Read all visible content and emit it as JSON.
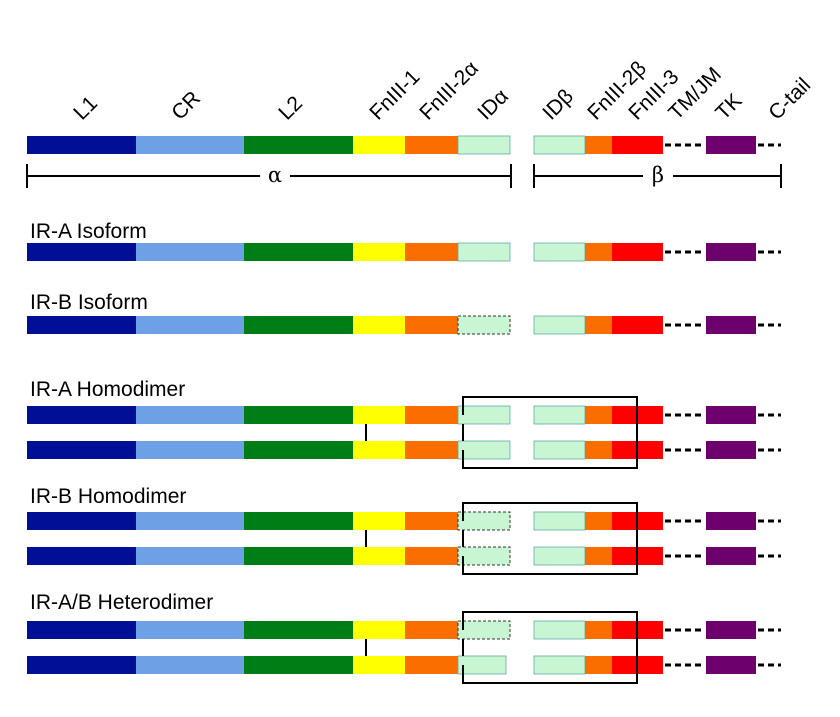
{
  "domain_labels": [
    "L1",
    "CR",
    "L2",
    "FnIII-1",
    "FnIII-2α",
    "IDα",
    "IDβ",
    "FnIII-2β",
    "FnIII-3",
    "TM/JM",
    "TK",
    "C-tail"
  ],
  "subunit_labels": {
    "alpha": "α",
    "beta": "β"
  },
  "rows": [
    {
      "title": "IR-A Isoform"
    },
    {
      "title": "IR-B Isoform"
    },
    {
      "title": "IR-A Homodimer"
    },
    {
      "title": "IR-B Homodimer"
    },
    {
      "title": "IR-A/B Heterodimer"
    }
  ],
  "colors": {
    "L1": "#000f96",
    "CR": "#6ea0e6",
    "L2": "#007d14",
    "FnIII-1": "#ffff00",
    "FnIII-2": "#fa6e00",
    "ID": "#c8f5d2",
    "FnIII-3": "#ff0000",
    "TK": "#6e006e"
  }
}
